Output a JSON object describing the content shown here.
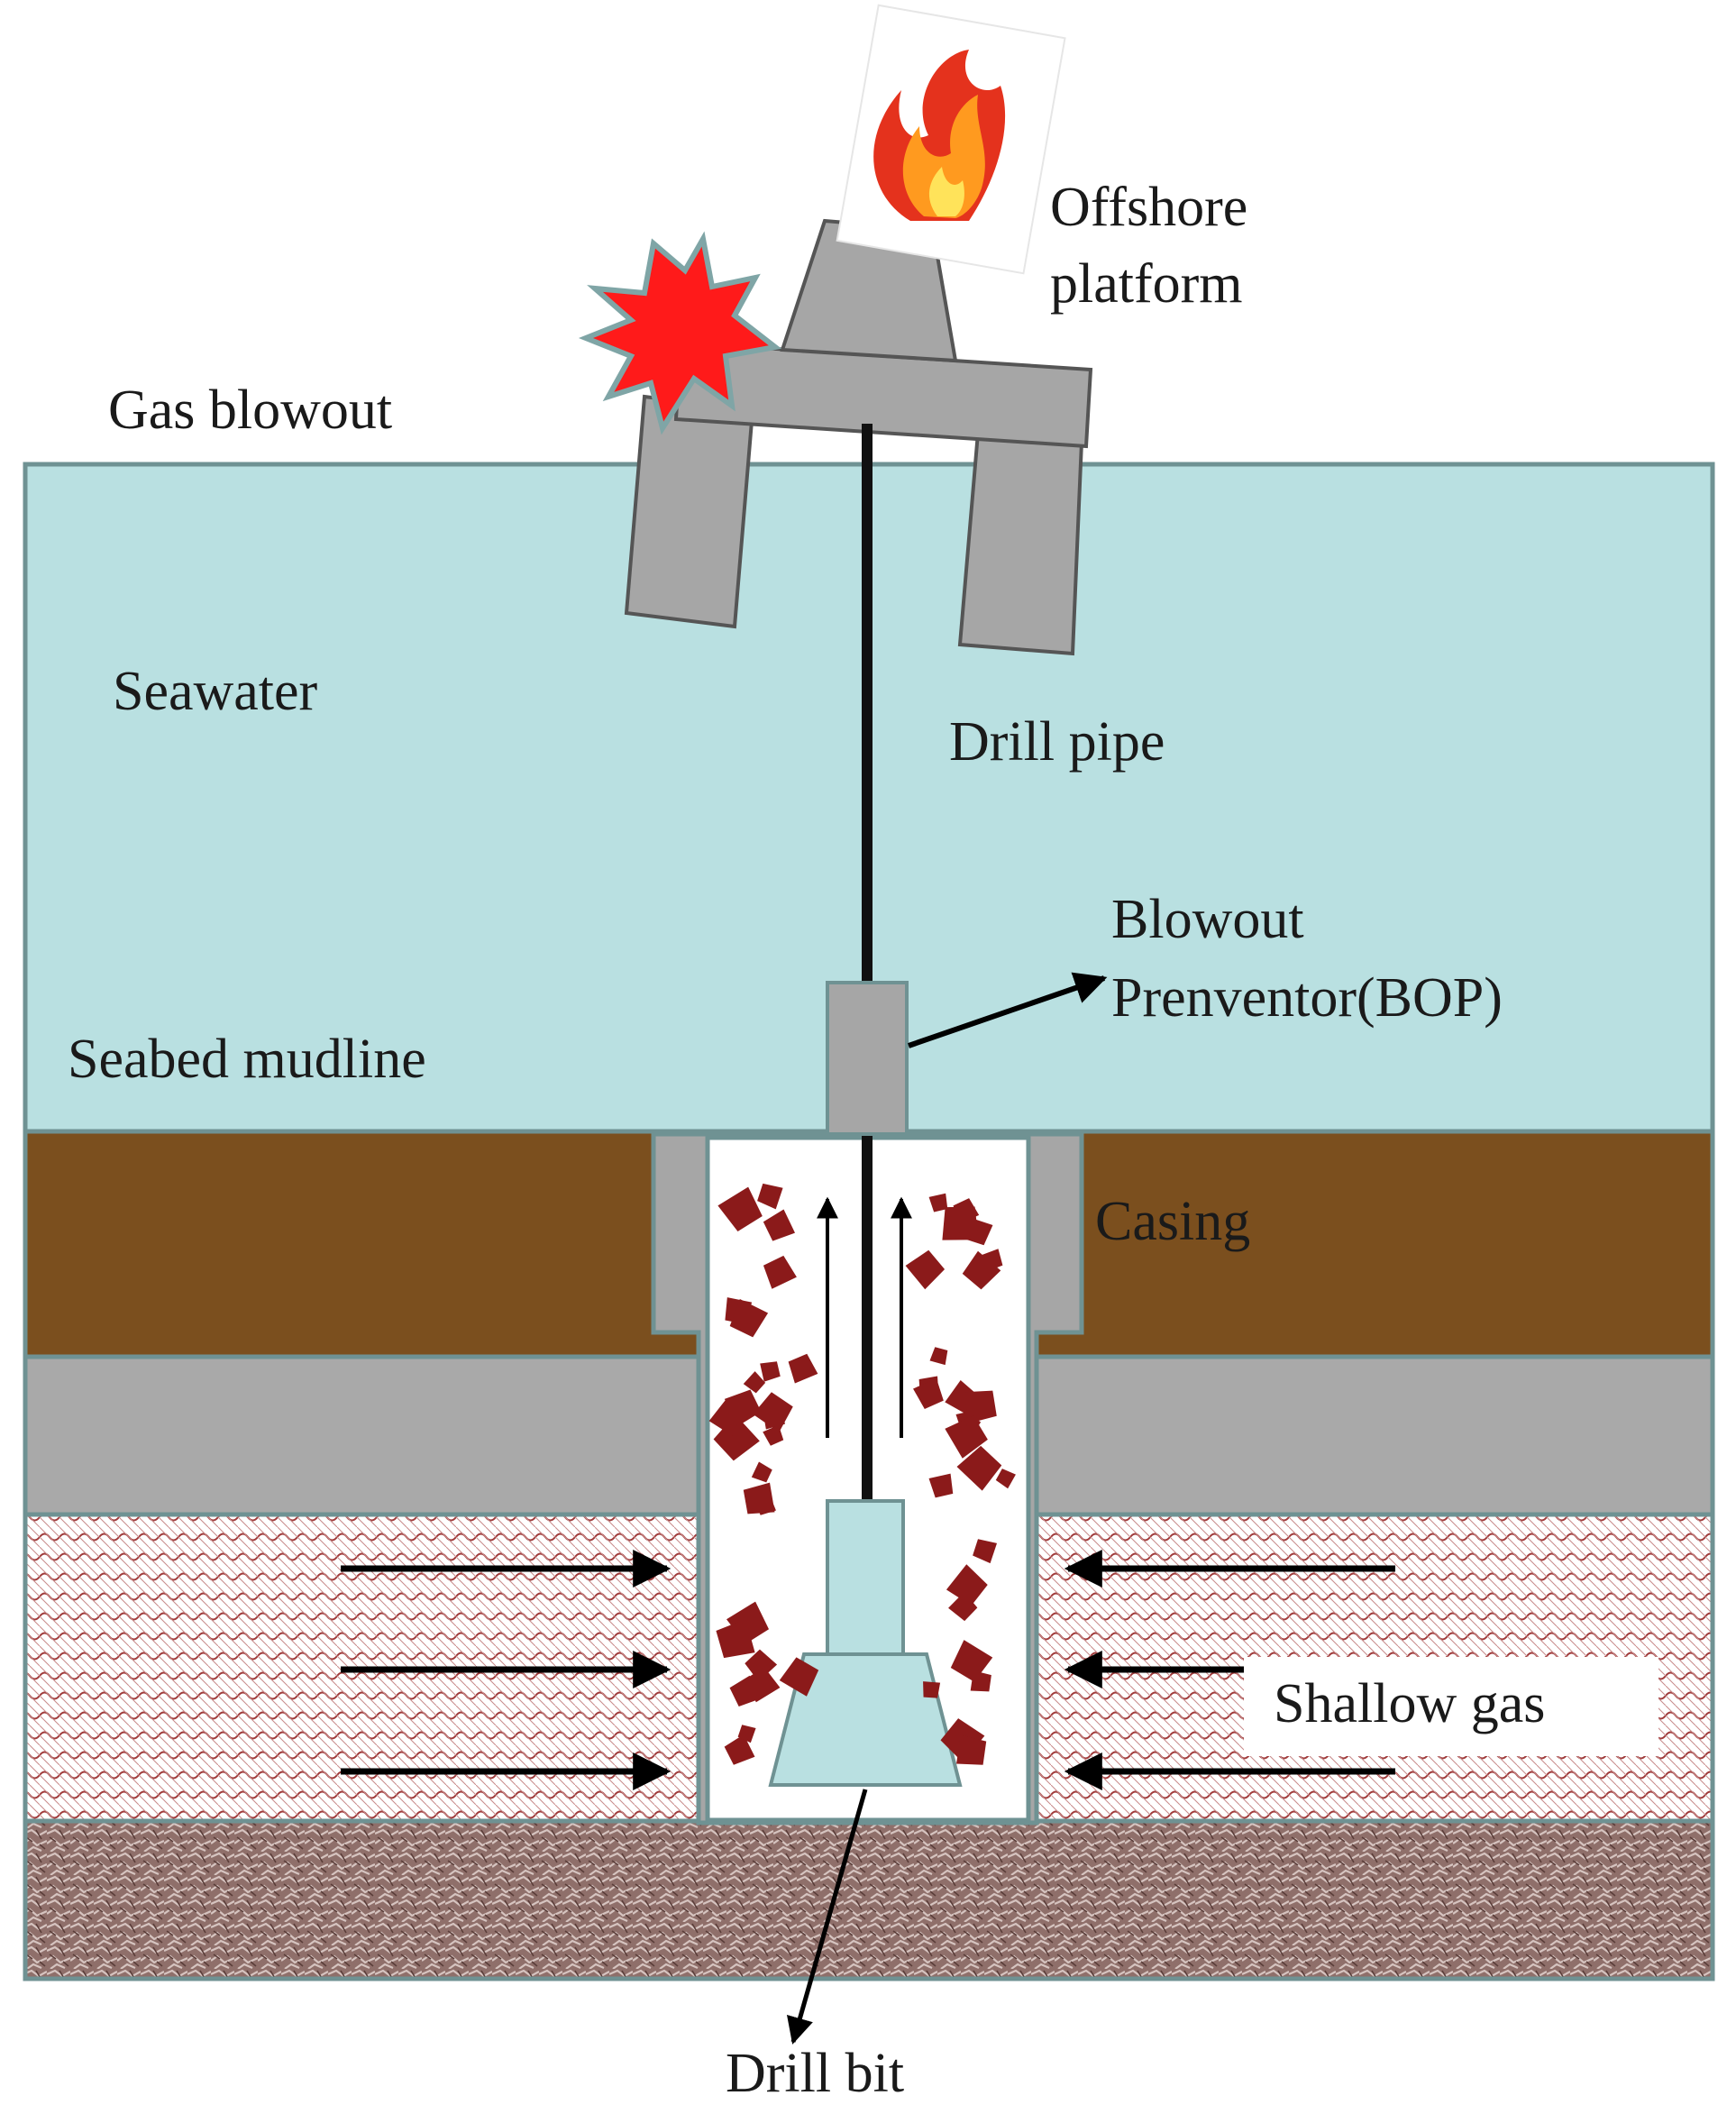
{
  "labels": {
    "offshore_platform_line1": "Offshore",
    "offshore_platform_line2": "platform",
    "gas_blowout": "Gas blowout",
    "seawater": "Seawater",
    "drill_pipe": "Drill pipe",
    "bop_line1": "Blowout",
    "bop_line2": "Prenventor(BOP)",
    "seabed_mudline": "Seabed mudline",
    "casing": "Casing",
    "shallow_gas": "Shallow gas",
    "drill_bit": "Drill bit"
  },
  "colors": {
    "seawater": "#b9e0e1",
    "mud_layer": "#7b4f1e",
    "grey_layer": "#a9a9a9",
    "gas_layer_pattern": "#9a3b3b",
    "bottom_rock": "#8f6f6a",
    "structure_grey": "#a6a6a6",
    "outline": "#6f9293",
    "cuttings": "#8b1a1a",
    "explosion": "#ff1a1a",
    "bit": "#b9e0e1"
  }
}
